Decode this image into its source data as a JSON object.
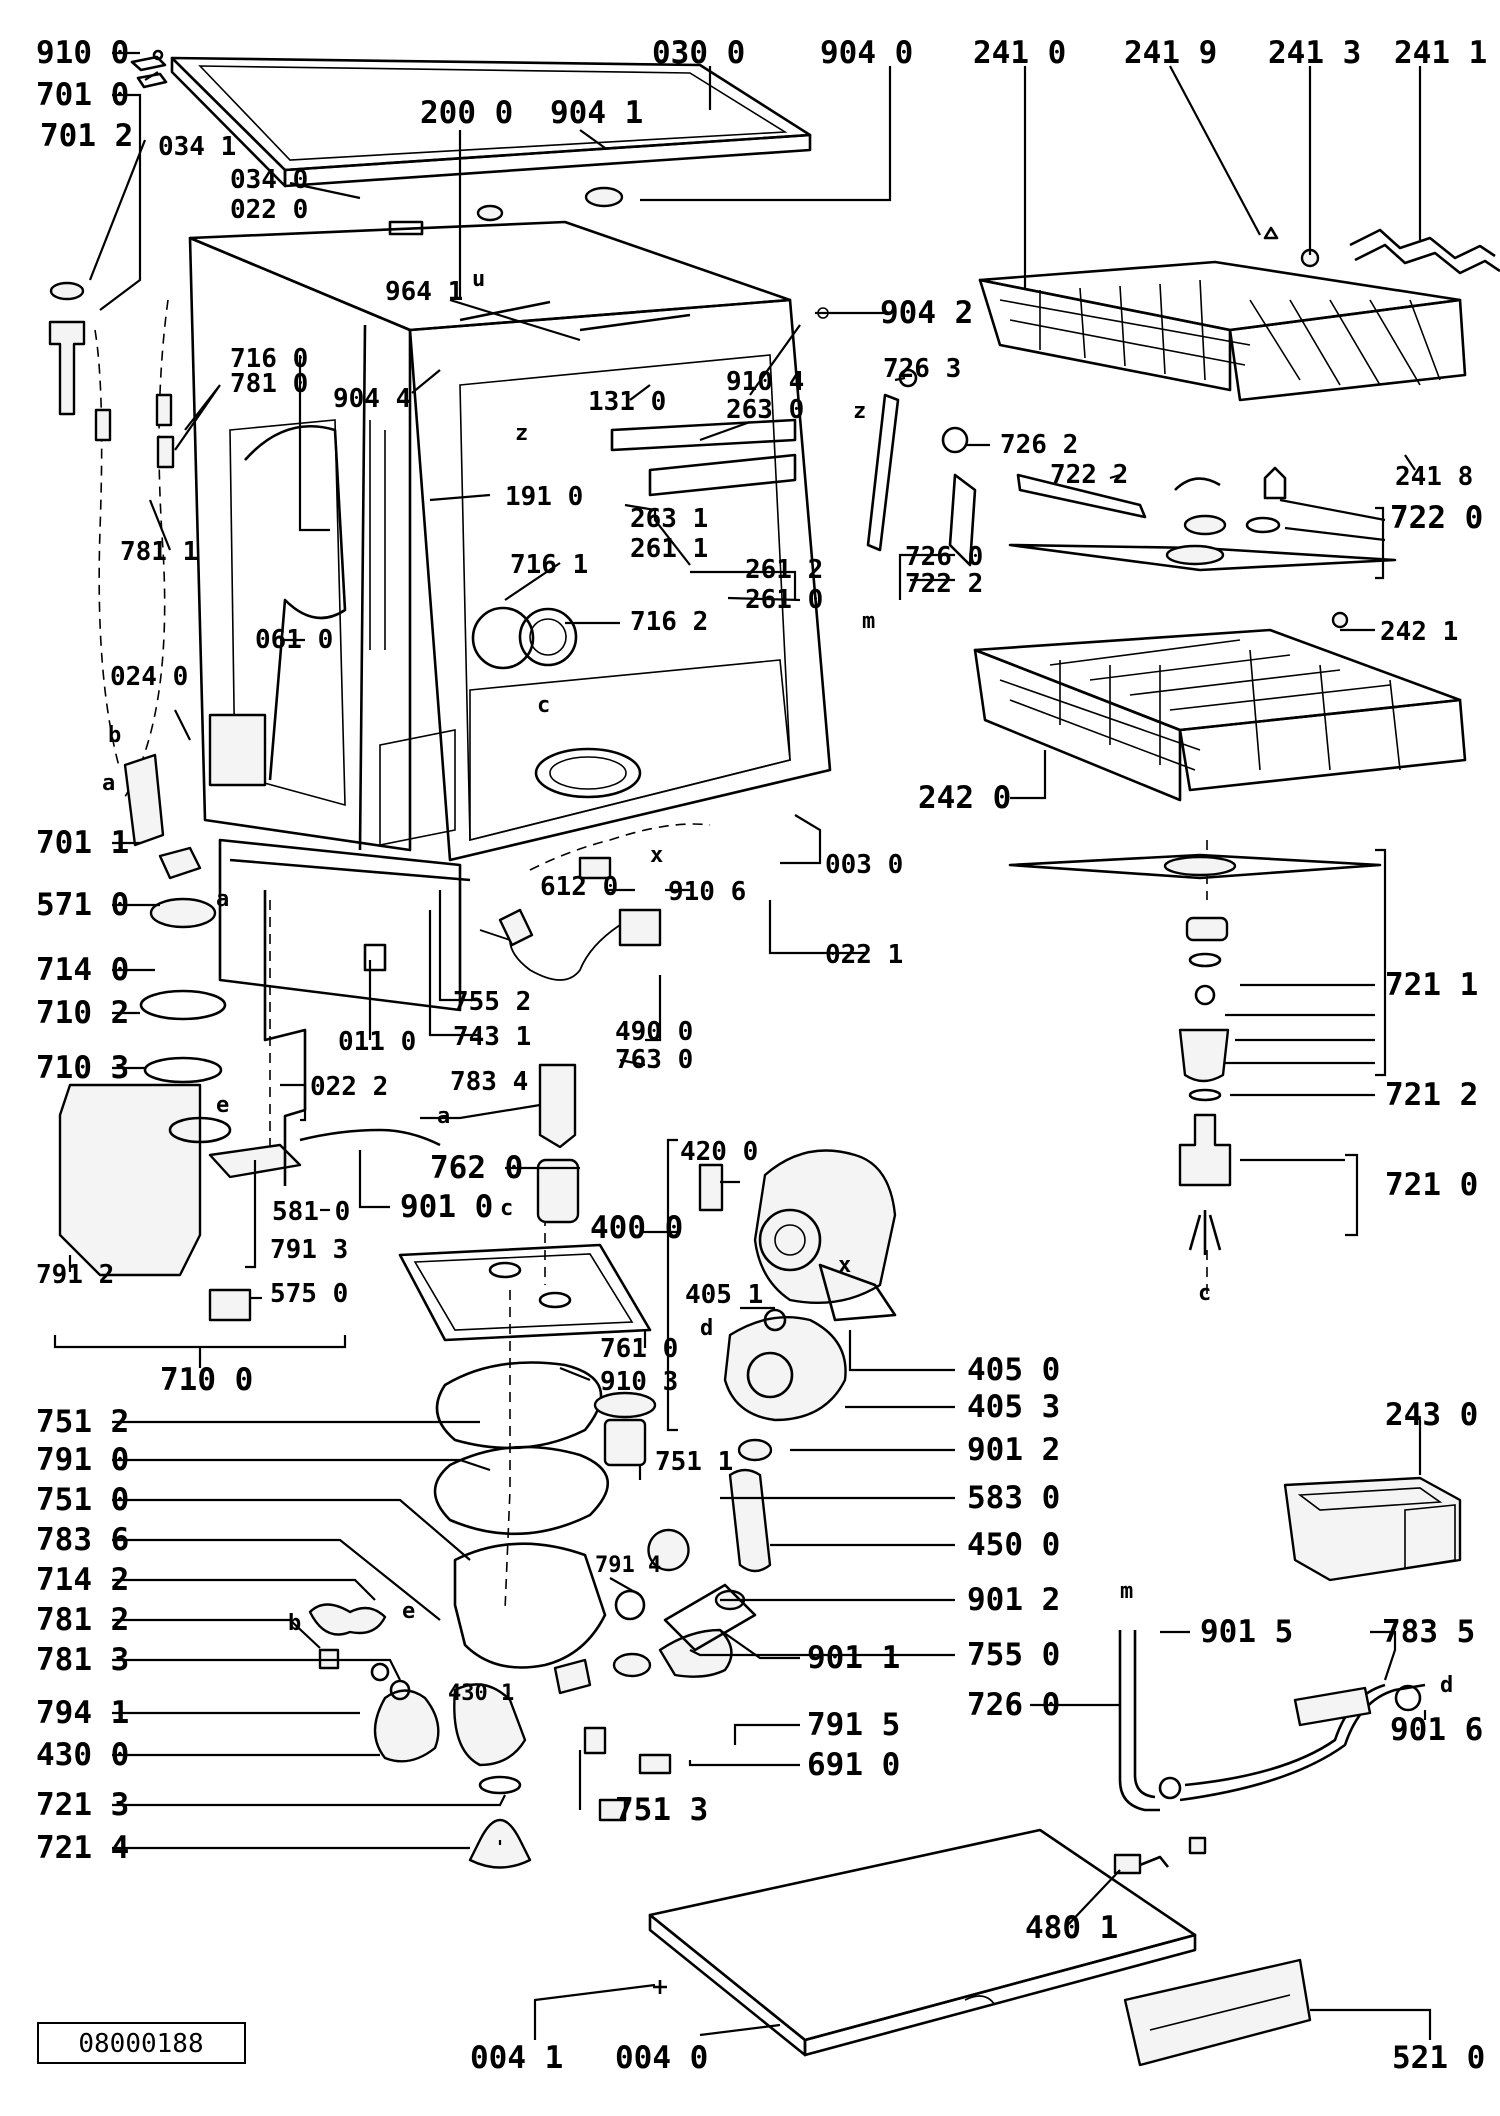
{
  "doc_id": "08000188",
  "leader_labels": [
    "910 0",
    "701 0",
    "034 1",
    "701 2",
    "030 0",
    "904 0",
    "241 0",
    "241 9",
    "241 3",
    "241 1",
    "200 0",
    "904 1",
    "034 0",
    "022 0",
    "964 1",
    "904 2",
    "726 3",
    "716 0",
    "781 0",
    "904 4",
    "910 4",
    "263 0",
    "131 0",
    "726 2",
    "722 2",
    "241 8",
    "722 0",
    "781 1",
    "191 0",
    "263 1",
    "261 1",
    "716 1",
    "261 2",
    "261 0",
    "716 2",
    "726 0",
    "722 2",
    "061 0",
    "024 0",
    "242 1",
    "242 0",
    "701 1",
    "571 0",
    "612 0",
    "910 6",
    "003 0",
    "022 1",
    "714 0",
    "710 2",
    "755 2",
    "743 1",
    "011 0",
    "490 0",
    "763 0",
    "721 1",
    "710 3",
    "022 2",
    "783 4",
    "721 2",
    "762 0",
    "581 0",
    "901 0",
    "420 0",
    "400 0",
    "721 0",
    "791 3",
    "791 2",
    "575 0",
    "405 1",
    "710 0",
    "761 0",
    "910 3",
    "405 0",
    "405 3",
    "243 0",
    "751 2",
    "751 1",
    "901 2",
    "791 0",
    "583 0",
    "751 0",
    "450 0",
    "783 6",
    "791 4",
    "714 2",
    "901 2",
    "781 2",
    "901 5",
    "783 5",
    "755 0",
    "781 3",
    "901 1",
    "726 0",
    "794 1",
    "430 1",
    "791 5",
    "901 6",
    "430 0",
    "691 0",
    "721 3",
    "751 3",
    "721 4",
    "480 1",
    "004 1",
    "004 0",
    "521 0"
  ],
  "point_letters": [
    "u",
    "z",
    "z",
    "m",
    "b",
    "a",
    "c",
    "x",
    "a",
    "e",
    "a",
    "c",
    "c",
    "d",
    "x",
    "m",
    "d",
    "b",
    "e"
  ]
}
